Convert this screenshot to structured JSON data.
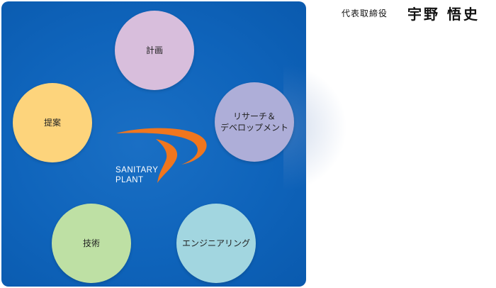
{
  "diagram": {
    "circles": {
      "plan": "計画",
      "proposal": "提案",
      "research": "リサーチ＆\nデベロップメント",
      "technology": "技術",
      "engineering": "エンジニアリング"
    },
    "logo": {
      "line1": "SANITARY",
      "line2": "PLANT",
      "swoosh_color": "#f0761e"
    },
    "colors": {
      "panel": "#0f64bb",
      "plan": "#d8bedc",
      "proposal": "#fdd47c",
      "research": "#aeaed8",
      "technology": "#bee0a4",
      "engineering": "#a2d6e0"
    }
  },
  "signature": {
    "title": "代表取締役",
    "name": "宇野 悟史"
  }
}
